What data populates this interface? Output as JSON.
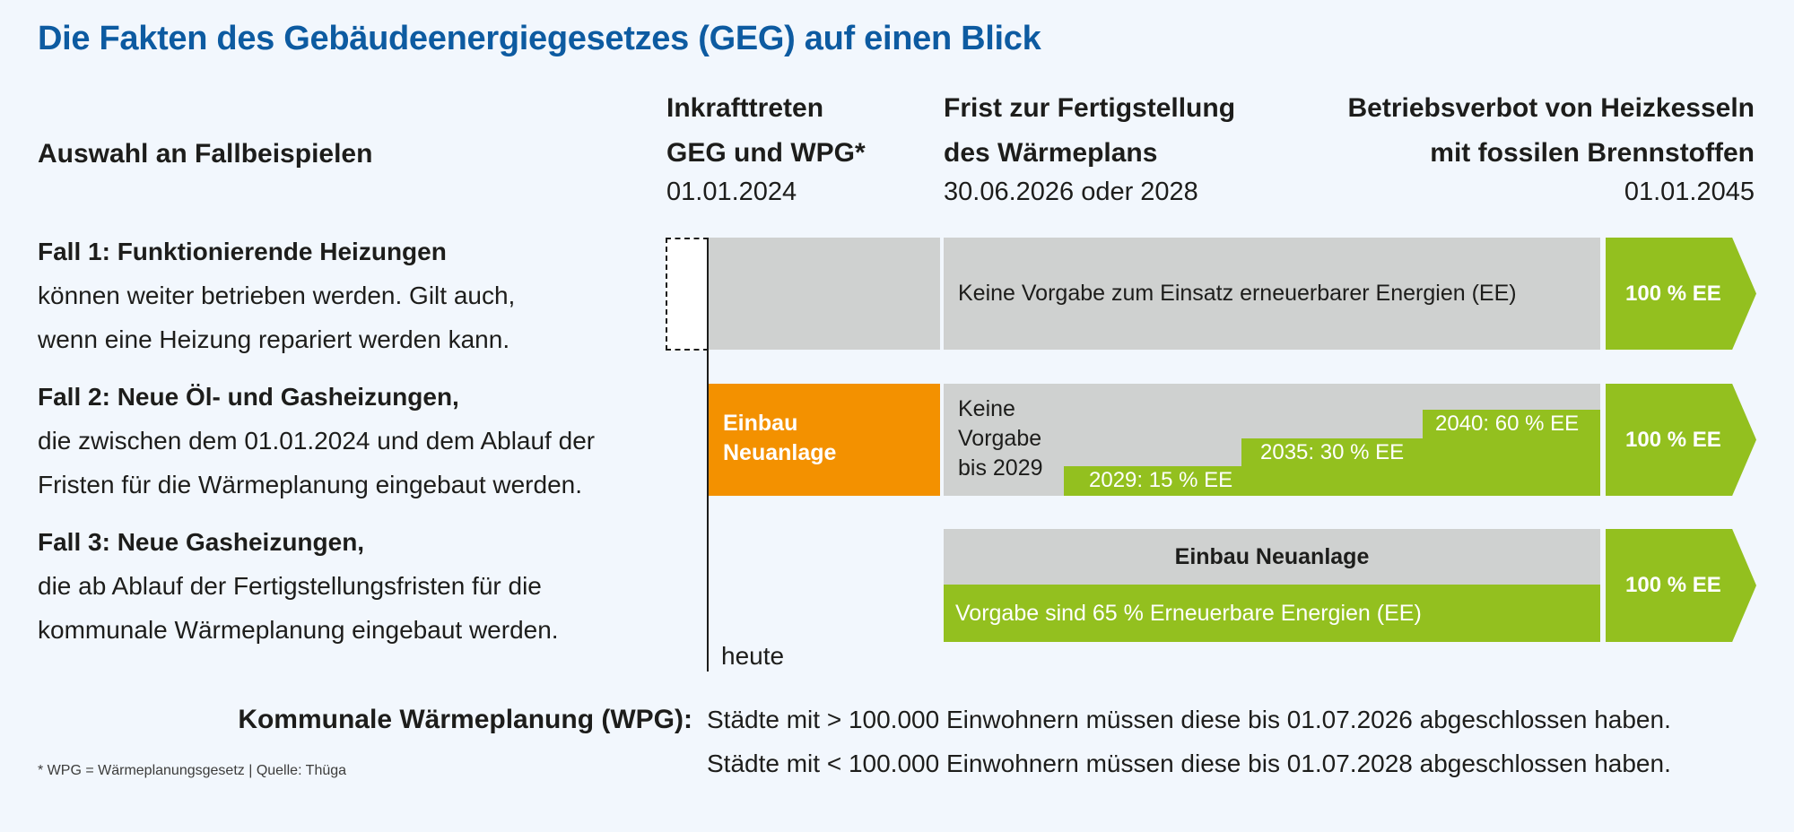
{
  "title": "Die Fakten des Gebäudeenergiegesetzes (GEG) auf einen Blick",
  "columns": {
    "cases_header": "Auswahl an Fallbeispielen",
    "milestones": [
      {
        "line1": "Inkrafttreten",
        "line2": "GEG und WPG*",
        "date": "01.01.2024"
      },
      {
        "line1": "Frist zur Fertigstellung",
        "line2": "des Wärmeplans",
        "date": "30.06.2026 oder 2028"
      },
      {
        "line1": "Betriebsverbot von Heizkesseln",
        "line2": "mit fossilen Brennstoffen",
        "date": "01.01.2045"
      }
    ]
  },
  "cases": [
    {
      "title": "Fall 1: Funktionierende Heizungen",
      "desc_line1": "können weiter betrieben werden. Gilt auch,",
      "desc_line2": "wenn eine Heizung repariert werden kann."
    },
    {
      "title": "Fall 2: Neue Öl- und Gasheizungen,",
      "desc_line1": "die zwischen dem 01.01.2024 und dem Ablauf der",
      "desc_line2": "Fristen für die Wärmeplanung eingebaut werden."
    },
    {
      "title": "Fall 3: Neue Gasheizungen,",
      "desc_line1": "die ab Ablauf der Fertigstellungsfristen für die",
      "desc_line2": "kommunale Wärmeplanung eingebaut werden."
    }
  ],
  "timeline": {
    "today_label": "heute",
    "row1": {
      "main_text": "Keine Vorgabe zum Einsatz erneuerbarer Energien (EE)",
      "end_label": "100 % EE"
    },
    "row2": {
      "install_label_line1": "Einbau",
      "install_label_line2": "Neuanlage",
      "no_req_line1": "Keine",
      "no_req_line2": "Vorgabe",
      "no_req_line3": "bis 2029",
      "steps": [
        {
          "label": "2029: 15 % EE"
        },
        {
          "label": "2035: 30 % EE"
        },
        {
          "label": "2040: 60 % EE"
        }
      ],
      "end_label": "100 % EE"
    },
    "row3": {
      "top_text": "Einbau Neuanlage",
      "bottom_text": "Vorgabe sind 65 % Erneuerbare Energien (EE)",
      "end_label": "100 % EE"
    }
  },
  "chart_data": {
    "type": "table",
    "title": "Die Fakten des Gebäudeenergiegesetzes (GEG) auf einen Blick",
    "milestones": [
      "01.01.2024",
      "30.06.2026 oder 2028",
      "01.01.2045"
    ],
    "rows": [
      {
        "case": "Fall 1",
        "phases": [
          "Keine Vorgabe zum Einsatz erneuerbarer Energien (EE)",
          "100 % EE"
        ]
      },
      {
        "case": "Fall 2",
        "phases": [
          "Einbau Neuanlage",
          "Keine Vorgabe bis 2029",
          "2029: 15 % EE",
          "2035: 30 % EE",
          "2040: 60 % EE",
          "100 % EE"
        ],
        "renewable_share": {
          "2029": 15,
          "2035": 30,
          "2040": 60,
          "2045": 100
        }
      },
      {
        "case": "Fall 3",
        "phases": [
          "Einbau Neuanlage",
          "Vorgabe sind 65 % Erneuerbare Energien (EE)",
          "100 % EE"
        ],
        "renewable_share": {
          "install": 65,
          "2045": 100
        }
      }
    ]
  },
  "footer": {
    "wpg_label": "Kommunale Wärmeplanung (WPG):",
    "wpg_line1": "Städte mit > 100.000 Einwohnern müssen diese bis 01.07.2026 abgeschlossen haben.",
    "wpg_line2": "Städte mit < 100.000 Einwohnern müssen diese bis 01.07.2028 abgeschlossen haben.",
    "source": "* WPG = Wärmeplanungsgesetz | Quelle: Thüga"
  },
  "colors": {
    "title": "#0d5ba1",
    "background": "#f2f7fd",
    "gray": "#cfd1d0",
    "green": "#93c01f",
    "orange": "#f39100"
  }
}
